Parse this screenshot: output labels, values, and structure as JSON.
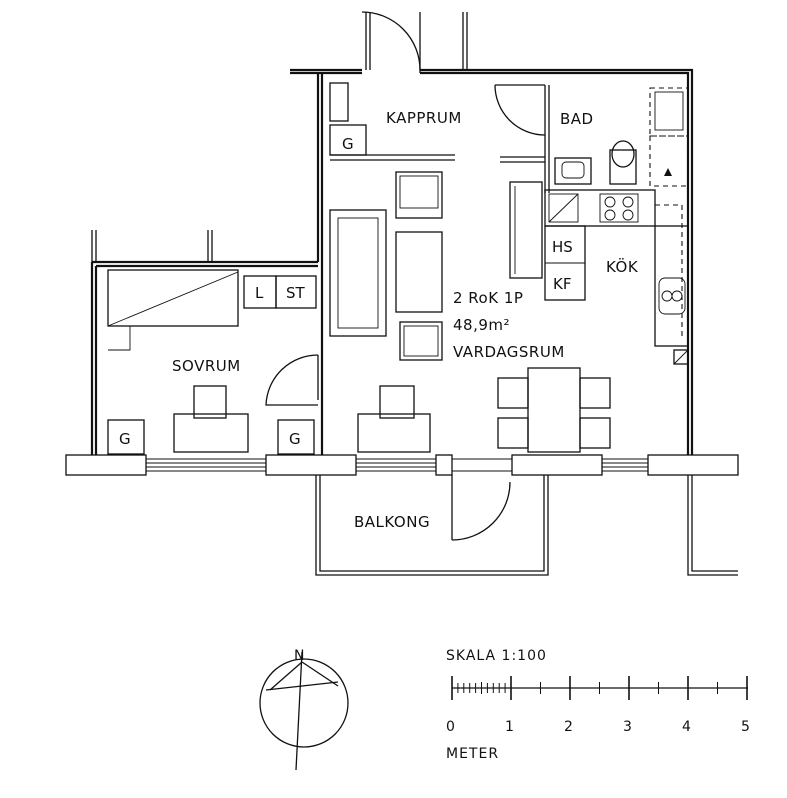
{
  "floor_plan": {
    "rooms": {
      "kapprum": "KAPPRUM",
      "bad": "BAD",
      "kok": "KÖK",
      "sovrum": "SOVRUM",
      "vardagsrum": "VARDAGSRUM",
      "balkong": "BALKONG"
    },
    "apartment": {
      "type": "2 RoK 1P",
      "area": "48,9m²"
    },
    "fixtures": {
      "g_kapprum": "G",
      "g_sovrum": "G",
      "g_hall": "G",
      "l": "L",
      "st": "ST",
      "hs": "HS",
      "kf": "KF"
    }
  },
  "scale_bar": {
    "title": "SKALA 1:100",
    "ticks": [
      "0",
      "1",
      "2",
      "3",
      "4",
      "5"
    ],
    "unit": "METER"
  },
  "compass": {
    "north_label": "N"
  }
}
